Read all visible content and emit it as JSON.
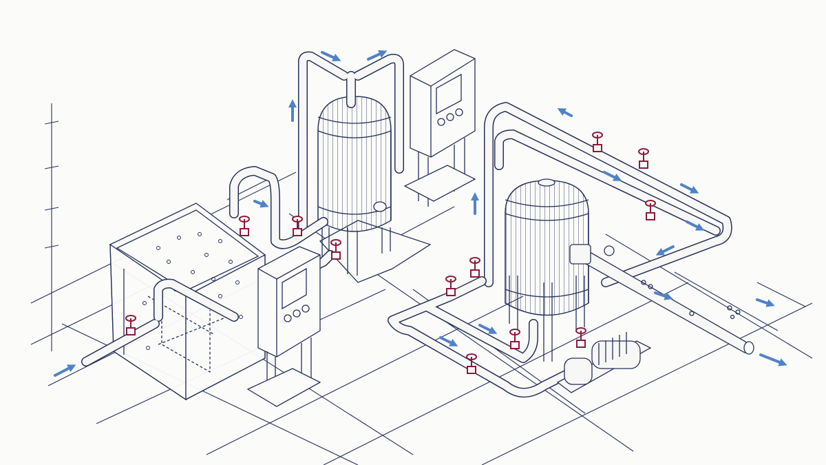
{
  "diagram": {
    "style": "isometric line drawing",
    "colors": {
      "line": "#26305a",
      "pipe_fill": "#f7f7f5",
      "valve": "#8a1a3c",
      "flow_arrow": "#4f83c8",
      "floor_grid": "#26305a",
      "background": "#fbfbf9"
    },
    "components": [
      {
        "name": "open-settling-tank",
        "icon": "tank-with-bubbles"
      },
      {
        "name": "pressure-filter-vessel-1",
        "icon": "tall-vessel"
      },
      {
        "name": "pressure-filter-vessel-2",
        "icon": "tall-vessel"
      },
      {
        "name": "control-panel",
        "icon": "panel-screen-three-buttons",
        "count": 2
      },
      {
        "name": "centrifugal-pump",
        "icon": "pump-motor"
      },
      {
        "name": "outlet-pipe",
        "icon": "pipe-with-bubbles"
      }
    ],
    "valve_count": 12,
    "flow_arrow_count": 16
  }
}
